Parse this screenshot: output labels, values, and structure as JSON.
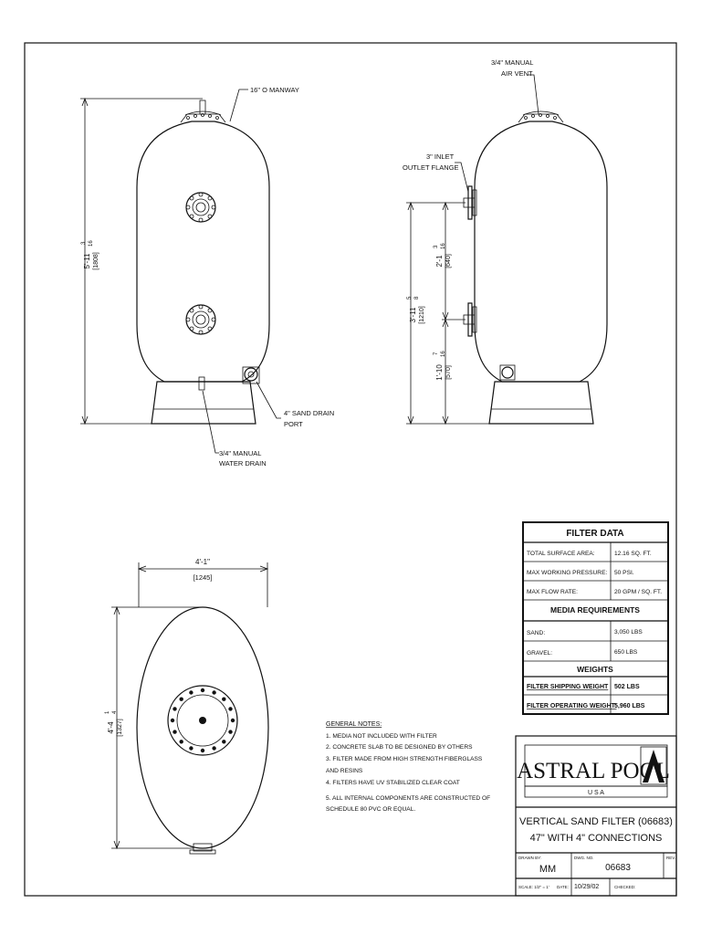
{
  "callouts": {
    "manway": "16\" O MANWAY",
    "air_vent_1": "3/4\" MANUAL",
    "air_vent_2": "AIR VENT",
    "inlet_1": "3\" INLET",
    "inlet_2": "OUTLET FLANGE",
    "sand_drain_1": "4\" SAND DRAIN",
    "sand_drain_2": "PORT",
    "water_drain_1": "3/4\" MANUAL",
    "water_drain_2": "WATER DRAIN"
  },
  "dims": {
    "height_main": "5'-11",
    "height_frac_num": "3",
    "height_frac_den": "16",
    "height_mm": "[1808]",
    "inlet_height_main": "3'-11",
    "inlet_height_frac_num": "5",
    "inlet_height_frac_den": "8",
    "inlet_height_mm": "[1210]",
    "spacing_main": "2'-1",
    "spacing_frac_num": "3",
    "spacing_frac_den": "16",
    "spacing_mm": "[640]",
    "lower_main": "1'-10",
    "lower_frac_num": "7",
    "lower_frac_den": "16",
    "lower_mm": "[570]",
    "width_main": "4'-1\"",
    "width_mm": "[1245]",
    "diam_main": "4'-4",
    "diam_frac_num": "1",
    "diam_frac_den": "4",
    "diam_mm": "[1327]"
  },
  "filter_data": {
    "title": "FILTER DATA",
    "rows": [
      {
        "label": "TOTAL SURFACE AREA:",
        "value": "12.16 SQ. FT."
      },
      {
        "label": "MAX WORKING PRESSURE:",
        "value": "50 PSI."
      },
      {
        "label": "MAX FLOW RATE:",
        "value": "20 GPM / SQ. FT."
      }
    ],
    "media_title": "MEDIA REQUIREMENTS",
    "media_rows": [
      {
        "label": "SAND:",
        "value": "3,050 LBS"
      },
      {
        "label": "GRAVEL:",
        "value": "650 LBS"
      }
    ],
    "weights_title": "WEIGHTS",
    "weight_rows": [
      {
        "label": "FILTER SHIPPING WEIGHT",
        "value": "502 LBS"
      },
      {
        "label": "FILTER OPERATING WEIGHT:",
        "value": "5,960 LBS"
      }
    ]
  },
  "notes": {
    "title": "GENERAL NOTES:",
    "items": [
      "1.  MEDIA NOT INCLUDED WITH FILTER",
      "2.  CONCRETE SLAB TO BE DESIGNED BY OTHERS",
      "3.  FILTER MADE FROM HIGH STRENGTH FIBERGLASS",
      "     AND RESINS",
      "4.  FILTERS HAVE UV STABILIZED CLEAR COAT",
      "5.  ALL INTERNAL COMPONENTS ARE CONSTRUCTED OF",
      "     SCHEDULE 80 PVC OR EQUAL."
    ]
  },
  "title_block": {
    "brand": "ASTRAL POOL",
    "country": "U S A",
    "title_line1": "VERTICAL SAND FILTER (06683)",
    "title_line2": "47\" WITH 4\" CONNECTIONS",
    "drawn_by_label": "DRAWN BY:",
    "drawn_by": "MM",
    "dwg_no_label": "DWG. NO.",
    "dwg_no": "06683",
    "rev_label": "REV.",
    "scale_label": "SCALE: 1/2\" = 1'",
    "date_label": "DATE:",
    "date": "10/29/02",
    "checked_label": "CHECKED:"
  },
  "colors": {
    "line": "#111111",
    "paper": "#ffffff"
  }
}
